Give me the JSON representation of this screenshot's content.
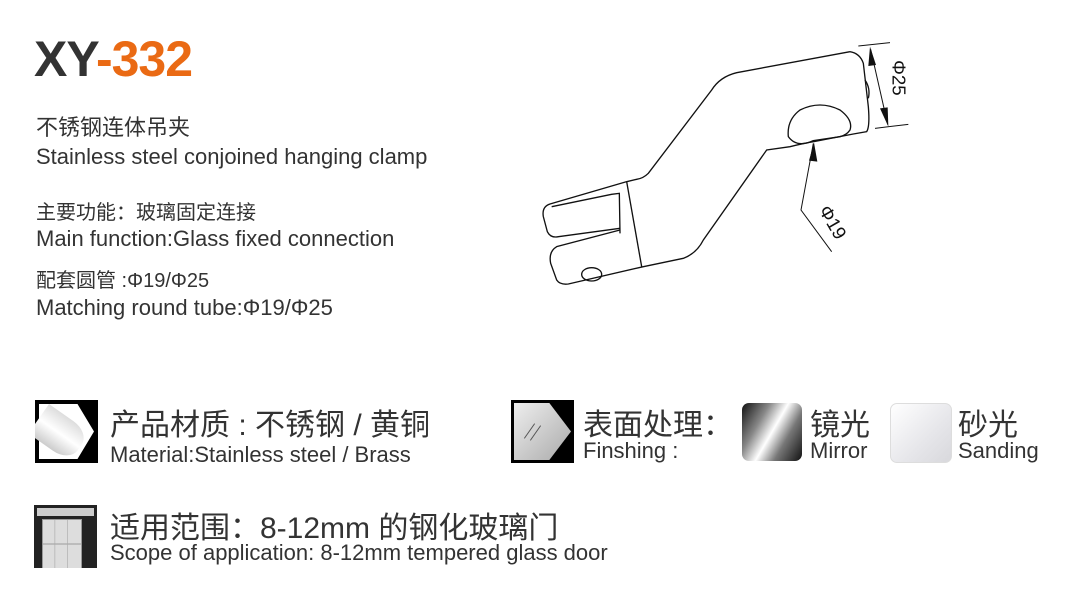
{
  "product": {
    "model_prefix": "XY",
    "model_suffix": "-332",
    "name_cn": "不锈钢连体吊夹",
    "name_en": "Stainless steel conjoined hanging clamp",
    "function_cn": "主要功能：玻璃固定连接",
    "function_en": "Main function:Glass fixed connection",
    "tube_cn": "配套圆管 :Φ19/Φ25",
    "tube_en": "Matching round tube:Φ19/Φ25"
  },
  "drawing": {
    "dim_large": "Φ25",
    "dim_small": "Φ19"
  },
  "specs": {
    "material_cn": "产品材质 : 不锈钢 / 黄铜",
    "material_en": "Material:Stainless steel / Brass",
    "finish_cn": "表面处理：",
    "finish_en": "Finshing :",
    "finishes": [
      {
        "cn": "镜光",
        "en": "Mirror"
      },
      {
        "cn": "砂光",
        "en": "Sanding"
      }
    ],
    "scope_cn": "适用范围：8-12mm 的钢化玻璃门",
    "scope_en": "Scope of application: 8-12mm tempered glass door"
  },
  "colors": {
    "accent": "#ea6a14",
    "text": "#333333"
  }
}
